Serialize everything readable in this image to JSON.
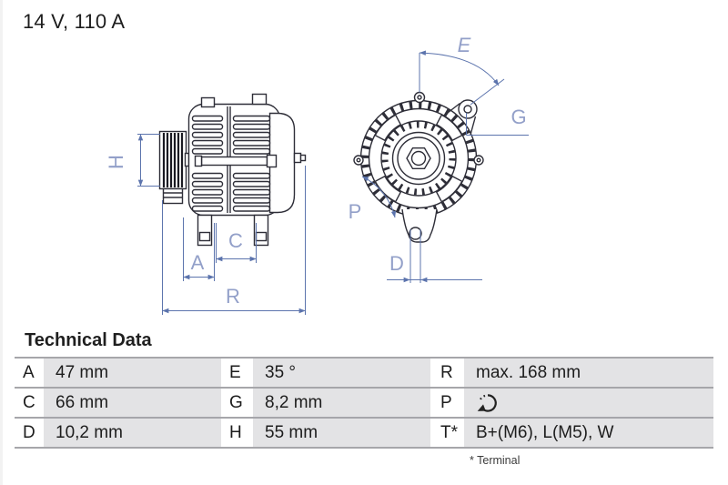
{
  "title": "14 V, 110 A",
  "diagram": {
    "dimension_labels": {
      "H": "H",
      "A": "A",
      "C": "C",
      "R": "R",
      "E": "E",
      "G": "G",
      "P": "P",
      "D": "D"
    }
  },
  "technical_data": {
    "heading": "Technical Data",
    "rows": [
      {
        "cells": [
          {
            "label": "A",
            "value": "47 mm"
          },
          {
            "label": "E",
            "value": "35 °"
          },
          {
            "label": "R",
            "value": "max. 168 mm"
          }
        ]
      },
      {
        "cells": [
          {
            "label": "C",
            "value": "66 mm"
          },
          {
            "label": "G",
            "value": "8,2 mm"
          },
          {
            "label": "P",
            "value": "",
            "icon": "rotation-direction-icon"
          }
        ]
      },
      {
        "cells": [
          {
            "label": "D",
            "value": "10,2 mm"
          },
          {
            "label": "H",
            "value": "55 mm"
          },
          {
            "label": "T*",
            "value": "B+(M6), L(M5), W"
          }
        ]
      }
    ],
    "footnote": "* Terminal"
  },
  "colors": {
    "dimension_line": "#5c74ad",
    "dimension_label": "#93a0c9",
    "drawing_line": "#2e2e38",
    "table_cell_bg": "#e3e3e5",
    "table_border": "#a6a6aa",
    "text": "#1d1d1d"
  }
}
